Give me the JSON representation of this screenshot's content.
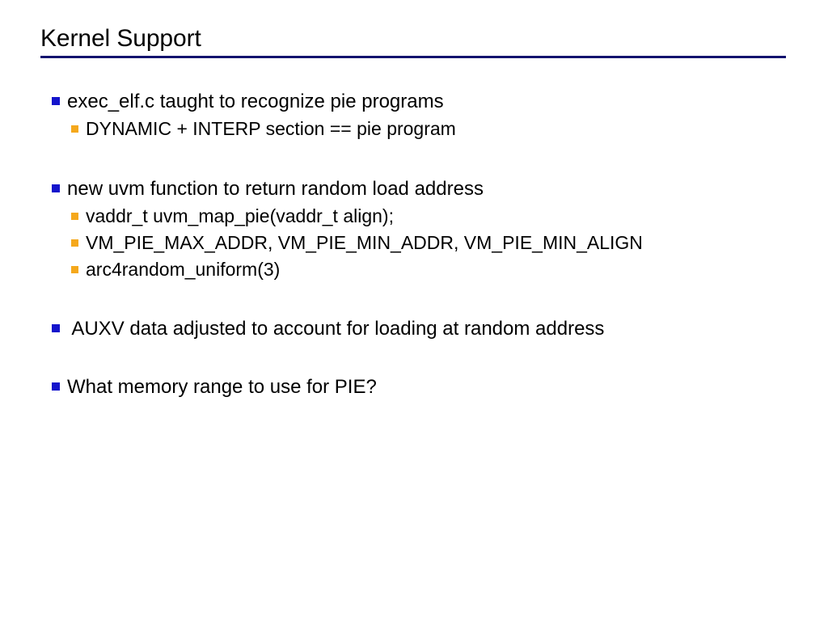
{
  "slide": {
    "title": "Kernel Support",
    "rule_color": "#13136e",
    "background_color": "#ffffff",
    "text_color": "#000000",
    "bullet_level1_color": "#1414cc",
    "bullet_level2_color": "#f5a81c",
    "content": [
      {
        "level": 1,
        "text": "exec_elf.c taught to recognize pie programs"
      },
      {
        "level": 2,
        "text": "DYNAMIC + INTERP section == pie program"
      },
      {
        "level": 1,
        "text": "new uvm function to return random load address"
      },
      {
        "level": 2,
        "text": "vaddr_t uvm_map_pie(vaddr_t align);"
      },
      {
        "level": 2,
        "text": "VM_PIE_MAX_ADDR, VM_PIE_MIN_ADDR, VM_PIE_MIN_ALIGN"
      },
      {
        "level": 2,
        "text": "arc4random_uniform(3)"
      },
      {
        "level": 1,
        "text": " AUXV data adjusted to account for loading at random address"
      },
      {
        "level": 1,
        "text": "What memory range to use for PIE?"
      }
    ]
  }
}
